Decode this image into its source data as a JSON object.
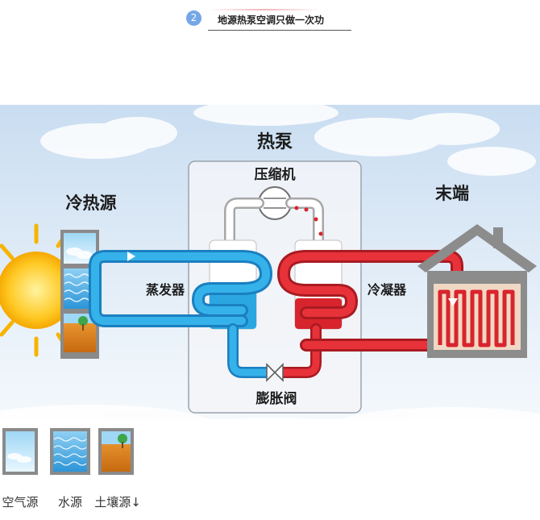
{
  "header": {
    "number": "2",
    "title": "地源热泵空调只做一次功"
  },
  "diagram": {
    "heat_pump_label": "热泵",
    "compressor_label": "压缩机",
    "evaporator_label": "蒸发器",
    "condenser_label": "冷凝器",
    "expansion_valve_label": "膨胀阀",
    "source_label": "冷热源",
    "terminal_label": "末端",
    "colors": {
      "cold": "#2aa7e0",
      "hot": "#d8242c",
      "sky": "#dde9f6"
    }
  },
  "legend": [
    {
      "label": "空气源",
      "icon": "air-source-icon"
    },
    {
      "label": "水源",
      "icon": "water-source-icon"
    },
    {
      "label": "土壤源↓",
      "icon": "soil-source-icon"
    }
  ]
}
